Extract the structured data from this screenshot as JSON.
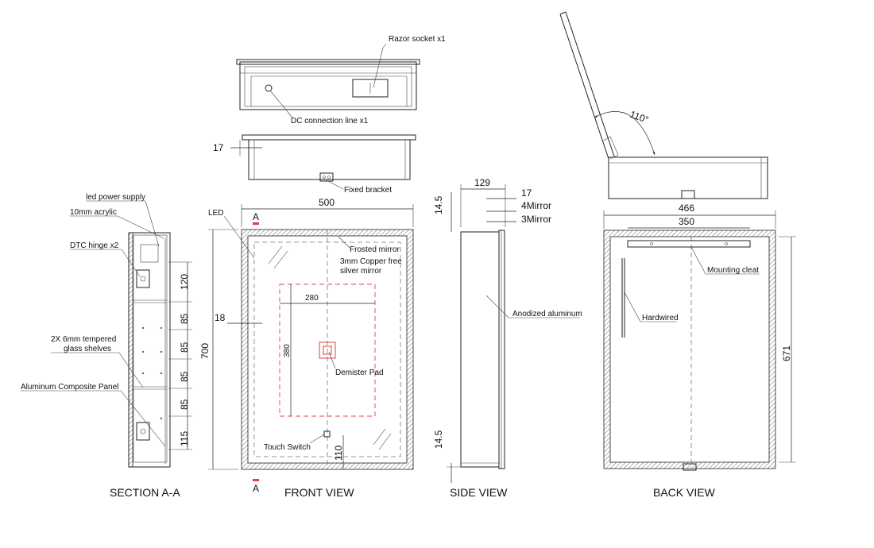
{
  "views": {
    "section": "SECTION A-A",
    "front": "FRONT VIEW",
    "side": "SIDE VIEW",
    "back": "BACK VIEW"
  },
  "top_view": {
    "razor_socket": "Razor socket x1",
    "dc_line": "DC connection line x1",
    "fixed_bracket": "Fixed bracket",
    "dim_17": "17",
    "angle": "110°"
  },
  "section": {
    "led_power_supply": "led power supply",
    "acrylic": "10mm acrylic",
    "hinge": "DTC hinge x2",
    "shelves_line1": "2X 6mm tempered",
    "shelves_line2": "glass shelves",
    "panel": "Aluminum Composite Panel",
    "dims": [
      "120",
      "85",
      "85",
      "85",
      "85",
      "115"
    ]
  },
  "front": {
    "led": "LED",
    "section_mark": "A",
    "width": "500",
    "height": "700",
    "frame": "18",
    "frosted": "Frosted mirror",
    "copper_line1": "3mm Copper free",
    "copper_line2": "silver mirror",
    "pad_width": "280",
    "pad_height": "380",
    "demister": "Demister Pad",
    "touch": "Touch Switch",
    "bottom_dim": "110"
  },
  "side": {
    "depth": "129",
    "d17": "17",
    "mirror4": "4Mirror",
    "mirror3": "3Mirror",
    "top_dim": "14.5",
    "bottom_dim": "14.5",
    "anodized": "Anodized aluminum"
  },
  "back": {
    "width": "466",
    "cleat_width": "350",
    "height": "671",
    "cleat": "Mounting cleat",
    "hardwired": "Hardwired"
  }
}
